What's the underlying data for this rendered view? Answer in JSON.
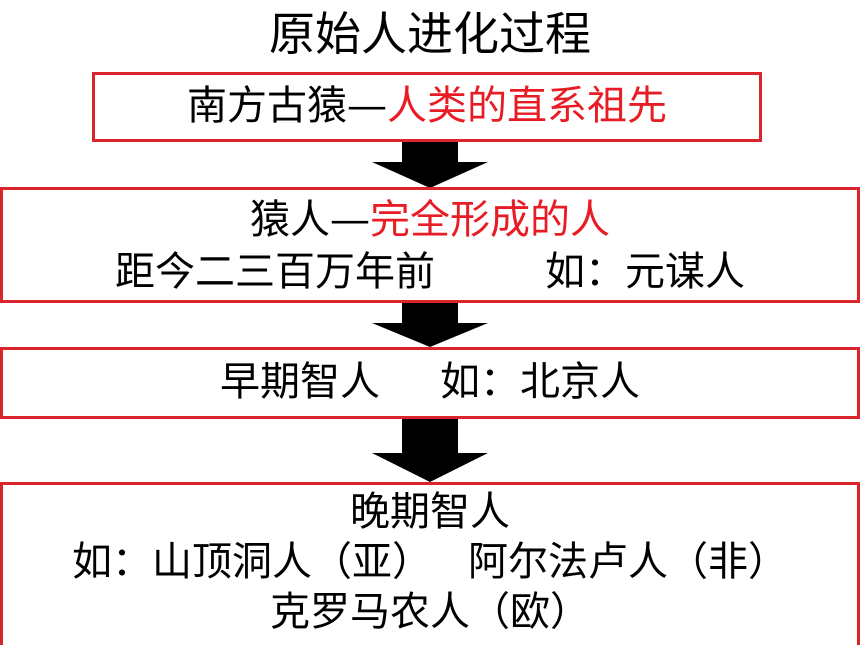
{
  "title": "原始人进化过程",
  "stages": [
    {
      "name": "南方古猿",
      "dash": "—",
      "desc": "人类的直系祖先"
    },
    {
      "name": "猿人",
      "dash": "—",
      "desc": "完全形成的人",
      "time": "距今二三百万年前",
      "example": "如：元谋人"
    },
    {
      "name": "早期智人",
      "example": "如：北京人"
    },
    {
      "name": "晚期智人",
      "example1": "如：山顶洞人（亚）",
      "example2": "阿尔法卢人（非）",
      "example3": "克罗马农人（欧）"
    }
  ],
  "colors": {
    "box_border": "#d9262c",
    "highlight_text": "#e81c24",
    "arrow": "#000000"
  },
  "icons": {
    "arrow": "down-arrow-icon"
  }
}
